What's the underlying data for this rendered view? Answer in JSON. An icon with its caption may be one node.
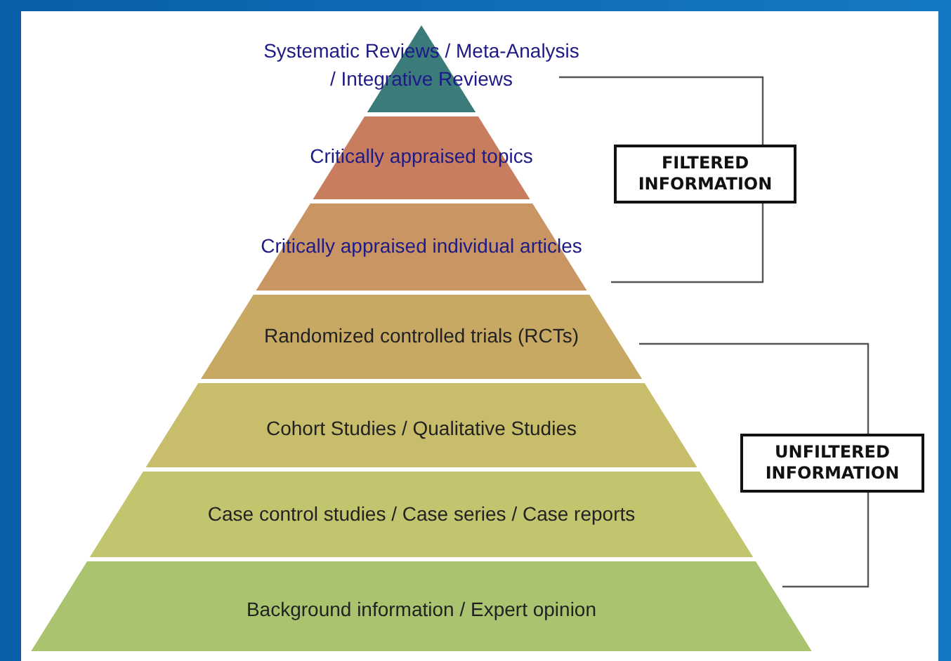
{
  "diagram": {
    "nodes": [
      {
        "text": [
          "Systematic Reviews / Meta-Analysis / Integrative Reviews"
        ]
      },
      {
        "text": [
          "Critically appraised topics"
        ]
      },
      {
        "text": [
          "Critically appraised individual articles"
        ]
      },
      {
        "text": [
          "Randomized controlled trials (RCTs)"
        ]
      },
      {
        "text": [
          "Cohort Studies / Qualitative Studies"
        ]
      },
      {
        "text": [
          "Case control studies / Case series / Case reports"
        ]
      },
      {
        "text": [
          "Background information / Expert opinion"
        ]
      },
      {
        "text": [
          "FILTERED INFORMATION"
        ]
      },
      {
        "text": [
          "UNFILTERED INFORMATION"
        ]
      }
    ],
    "edges": []
  }
}
